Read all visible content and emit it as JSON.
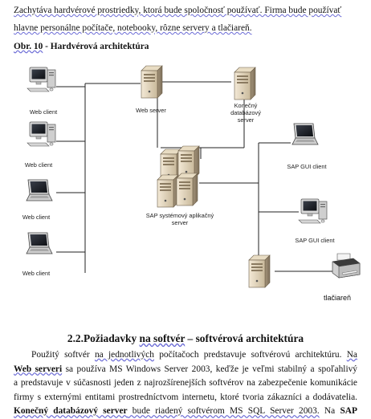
{
  "intro": {
    "line1": "Zachytáva hardvérové prostriedky, ktorá bude spoločnosť používať. Firma bude používať",
    "line2": "hlavne personálne počítače, notebooky, rôzne servery a tlačiareň."
  },
  "figure": {
    "caption_number": "Obr. 10",
    "caption_sep": " - ",
    "caption_text": "Hardvérová architektúra",
    "labels": {
      "client1": "Web client",
      "client2": "Web client",
      "client3": "Web client",
      "client4": "Web client",
      "web_server": "Web server",
      "db_server_l1": "Konečný",
      "db_server_l2": "databázový",
      "db_server_l3": "server",
      "sap_l1": "SAP systémový aplikačný",
      "sap_l2": "server",
      "gui1": "SAP GUI client",
      "gui2": "SAP GUI client",
      "printer": "tlačiareň"
    }
  },
  "section": {
    "number": "2.2.",
    "title_a": "Požiadavky ",
    "title_b": "na softvér",
    "title_c": " – softvérová architektúra"
  },
  "body": {
    "l1a": "Použitý softvér ",
    "l1b": "na jednotlivých",
    "l1c": " počítačoch predstavuje softvérovú architektúru. ",
    "l1d": "Na",
    "l2a": "Web serveri",
    "l2b": " sa používa MS Windows Server 2003, keďže je veľmi stabilný a spoľahlivý",
    "l3": "a predstavuje v súčasnosti jeden z najrozšírenejších softvérov na zabezpečenie komunikácie",
    "l4": "firmy s externými entitami prostredníctvom internetu, ktoré tvoria zákazníci a dodávatelia.",
    "l5a": "Konečný databázový server",
    "l5b": " bude riadený softvérom MS SQL Server 2003.",
    "l5c": " Na ",
    "l5d": "SAP"
  }
}
